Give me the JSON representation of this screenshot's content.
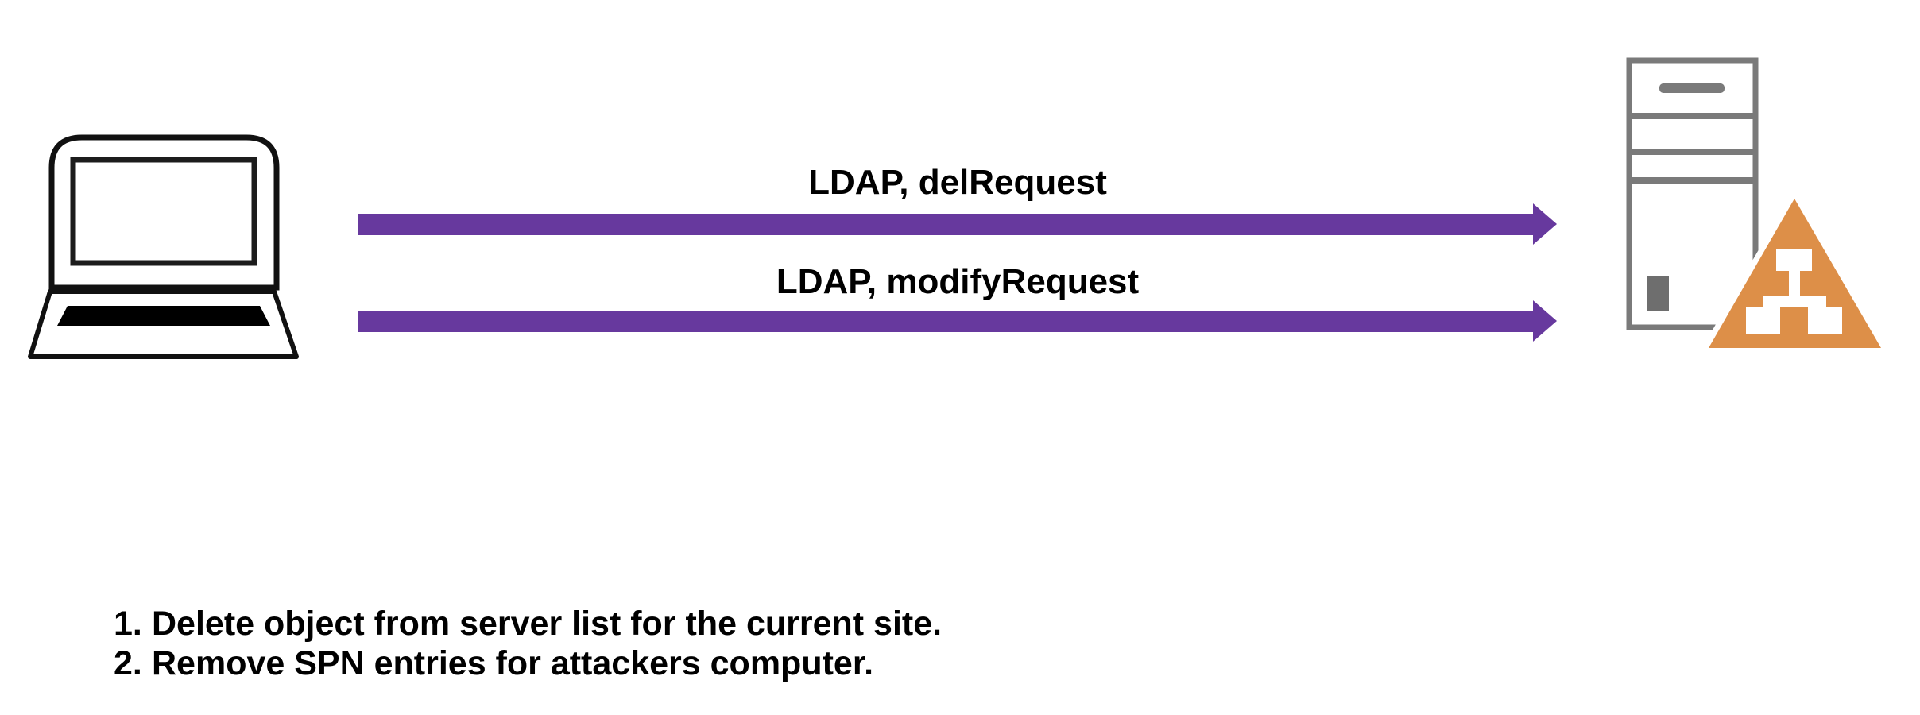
{
  "colors": {
    "arrow_purple": "#67399E",
    "triangle_orange": "#DD8F48",
    "server_gray": "#7A7A7A",
    "power_gray": "#6E6E6E",
    "laptop_black": "#111111",
    "text_black": "#000000"
  },
  "diagram": {
    "client": {
      "icon": "laptop-computer"
    },
    "server": {
      "icon": "server-tower-with-active-directory-triangle"
    },
    "arrows": [
      {
        "label": "LDAP, delRequest",
        "direction": "left-to-right"
      },
      {
        "label": "LDAP, modifyRequest",
        "direction": "left-to-right"
      }
    ],
    "notes": {
      "items": [
        {
          "number": "1.",
          "text": "Delete object from server list for the current site."
        },
        {
          "number": "2.",
          "text": "Remove SPN entries for attackers computer."
        }
      ]
    }
  }
}
